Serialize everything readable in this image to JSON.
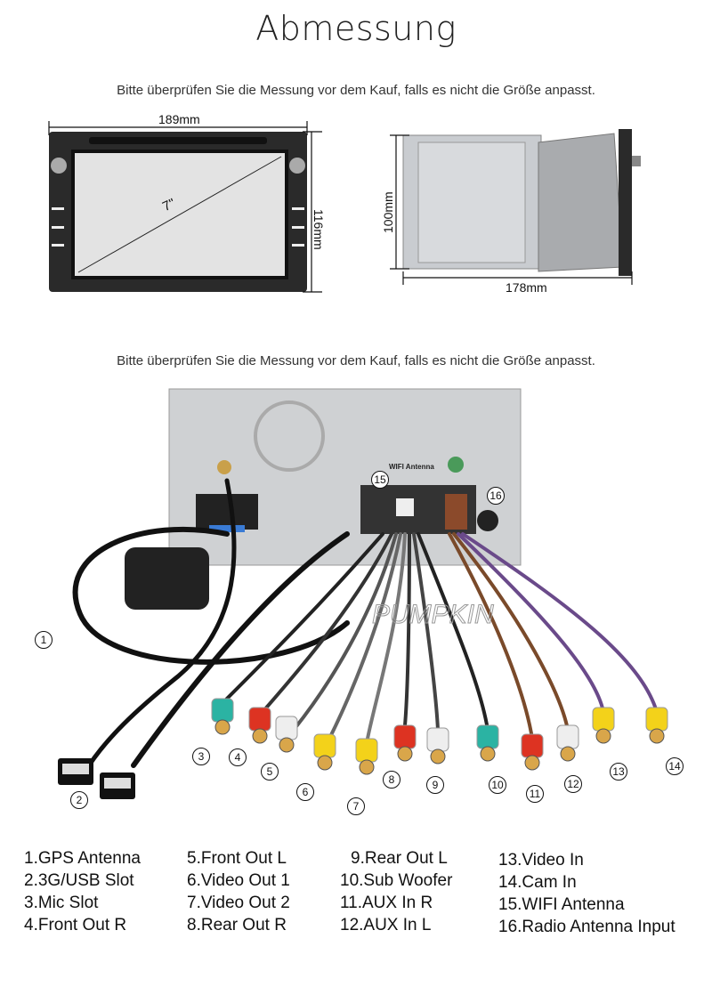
{
  "title": "Abmessung",
  "note_top": "Bitte überprüfen Sie die Messung vor dem Kauf, falls es nicht die Größe anpasst.",
  "note_bottom": "Bitte überprüfen Sie die Messung vor dem Kauf, falls es nicht die Größe anpasst.",
  "front": {
    "width": "189mm",
    "height": "116mm",
    "screen": "7\""
  },
  "side": {
    "height": "100mm",
    "depth": "178mm"
  },
  "back": {
    "wifi_label": "WIFI Antenna",
    "watermark": "PUMPKIN"
  },
  "callouts": [
    "1",
    "2",
    "3",
    "4",
    "5",
    "6",
    "7",
    "8",
    "9",
    "10",
    "11",
    "12",
    "13",
    "14",
    "15",
    "16"
  ],
  "legend": [
    [
      "1.GPS Antenna",
      "2.3G/USB Slot",
      "3.Mic Slot",
      "4.Front Out R"
    ],
    [
      "5.Front Out L",
      "6.Video Out 1",
      "7.Video Out 2",
      "8.Rear Out R"
    ],
    [
      "9.Rear Out L",
      "10.Sub Woofer",
      "11.AUX In R",
      "12.AUX In L"
    ],
    [
      "13.Video In",
      "14.Cam In",
      "15.WIFI Antenna",
      "16.Radio Antenna Input"
    ]
  ]
}
